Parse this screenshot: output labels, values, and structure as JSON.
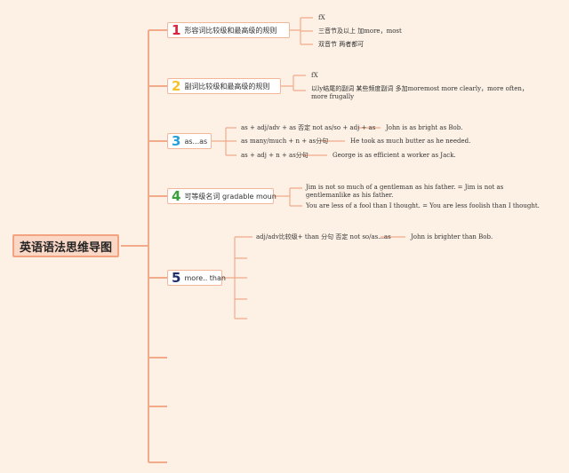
{
  "root": {
    "label": "英语语法思维导图"
  },
  "topics": [
    {
      "number": "1",
      "color": "#d9233b",
      "label": "形容词比较级和最高级的规则",
      "leaves": [
        "fX",
        "三音节及以上 加more，most",
        "双音节 两者都可"
      ]
    },
    {
      "number": "2",
      "color": "#f4c22b",
      "label": "副词比较级和最高级的规则",
      "leaves": [
        "fX",
        "以ly结尾的副词 某些频度副词 多加moremost more clearly，more often， more frugally"
      ]
    },
    {
      "number": "3",
      "color": "#2a9fd6",
      "label": "as...as",
      "items": [
        {
          "rule": "as + adj/adv + as 否定 not as/so + adj + as",
          "example": "John is as bright as Bob."
        },
        {
          "rule": "as many/much + n + as分句",
          "example": "He took as much butter as he needed."
        },
        {
          "rule": "as + adj + n + as分句",
          "example": "George is as efficient a worker as Jack."
        }
      ]
    },
    {
      "number": "4",
      "color": "#3aa13a",
      "label": "可等级名词 gradable moun",
      "leaves": [
        "Jim is not so much of a gentleman as his father. = Jim is not as gentlemanlike as his father.",
        "You are less of a fool than I thought. = You are less foolish than I thought."
      ]
    },
    {
      "number": "5",
      "color": "#1f2f6e",
      "label": "more.. than",
      "items": [
        {
          "rule": "adj/adv比较级+ than 分句 否定 not so/as...as",
          "example": "John is brighter than Bob."
        }
      ]
    }
  ]
}
